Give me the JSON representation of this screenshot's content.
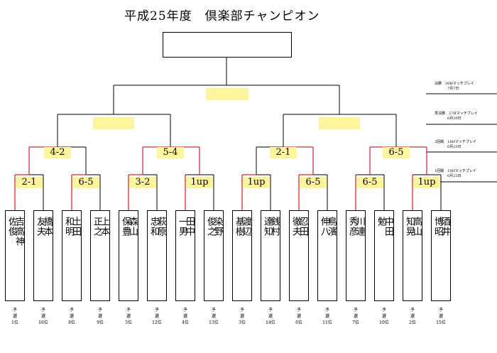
{
  "title": "平成25年度　倶楽部チャンピオン",
  "rounds": [
    {
      "name": "決勝",
      "format": "36Hマッチプレイ",
      "date": "7月7日"
    },
    {
      "name": "準決勝",
      "format": "27Hマッチプレイ",
      "date": "6月30日"
    },
    {
      "name": "2回戦",
      "format": "18Hマッチプレイ",
      "date": "6月23日"
    },
    {
      "name": "1回戦",
      "format": "18Hマッチプレイ",
      "date": "6月23日"
    }
  ],
  "scores_round2": [
    "4-2",
    "5-4",
    "2-1",
    "6-5"
  ],
  "scores_round1": [
    "2-1",
    "6-5",
    "3-2",
    "1up",
    "1up",
    "6-5",
    "6-5",
    "1up"
  ],
  "players": [
    {
      "line1": "吉高神",
      "line2": "佐俊",
      "seed": "予選1位"
    },
    {
      "line1": "橋本",
      "line2": "友夫",
      "seed": "予選16位"
    },
    {
      "line1": "土田",
      "line2": "和明",
      "seed": "予選8位"
    },
    {
      "line1": "上本",
      "line2": "正之",
      "seed": "予選9位"
    },
    {
      "line1": "森山",
      "line2": "保豊",
      "seed": "予選5位"
    },
    {
      "line1": "萩原",
      "line2": "忠和",
      "seed": "予選12位"
    },
    {
      "line1": "田中",
      "line2": "一男",
      "seed": "予選4位"
    },
    {
      "line1": "染野",
      "line2": "俊之",
      "seed": "予選13位"
    },
    {
      "line1": "渡辺",
      "line2": "基樹",
      "seed": "予選3位"
    },
    {
      "line1": "銭村",
      "line2": "達知",
      "seed": "予選14位"
    },
    {
      "line1": "忍田",
      "line2": "徹夫",
      "seed": "予選6位"
    },
    {
      "line1": "鳥濱",
      "line2": "伸八",
      "seed": "予選11位"
    },
    {
      "line1": "川連",
      "line2": "秀彦",
      "seed": "予選7位"
    },
    {
      "line1": "中田",
      "line2": "勉",
      "seed": "予選10位"
    },
    {
      "line1": "高山",
      "line2": "知晃",
      "seed": "予選2位"
    },
    {
      "line1": "酒井",
      "line2": "博昭",
      "seed": "予選15位"
    }
  ],
  "colors": {
    "line": "#000000",
    "winner_line": "#d32f2f",
    "highlight": "#fff59d",
    "box_border": "#000000"
  }
}
